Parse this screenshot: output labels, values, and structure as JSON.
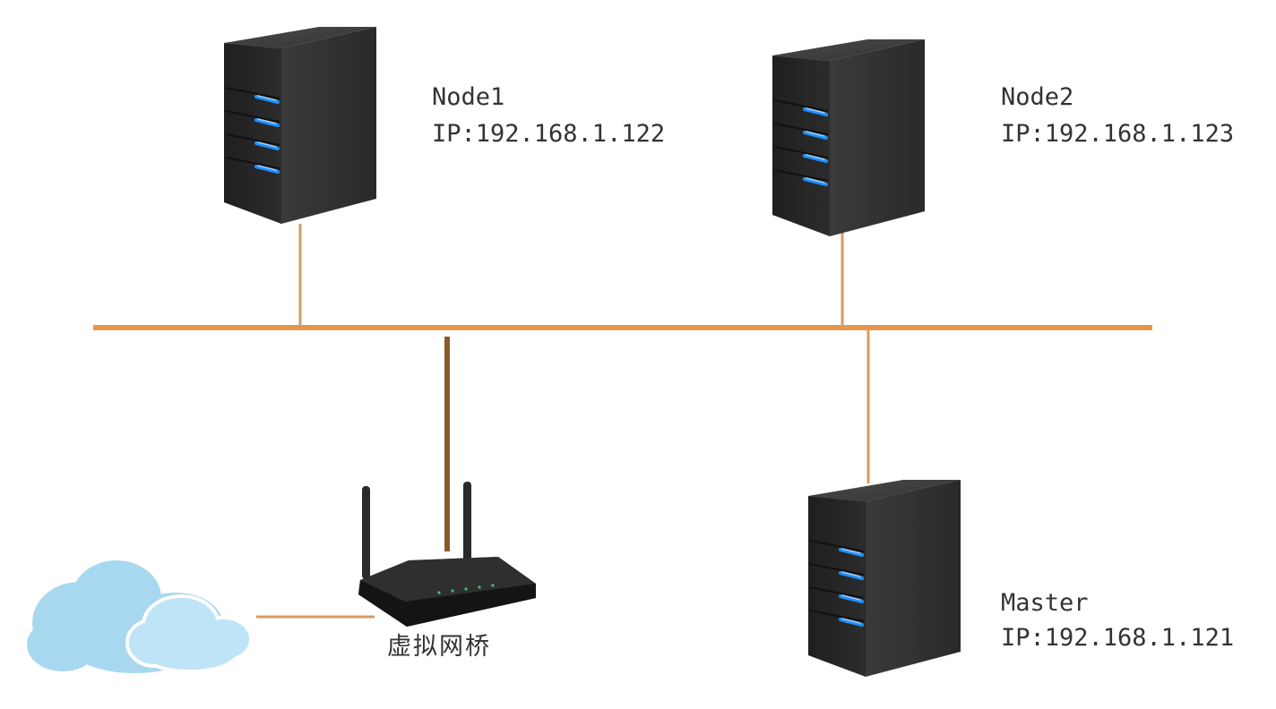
{
  "nodes": {
    "node1": {
      "name": "Node1",
      "ip": "IP:192.168.1.122"
    },
    "node2": {
      "name": "Node2",
      "ip": "IP:192.168.1.123"
    },
    "master": {
      "name": "Master",
      "ip": "IP:192.168.1.121"
    }
  },
  "router": {
    "label": "虚拟网桥"
  },
  "icons": {
    "server": "server-icon",
    "router": "router-icon",
    "cloud": "cloud-icon"
  },
  "colors": {
    "bus": "#e3974f",
    "link": "#d99a61",
    "router_link": "#8a5a2a",
    "server_body": "#2d2d2d",
    "server_led": "#1e90ff",
    "cloud": "#a8d8f0"
  }
}
